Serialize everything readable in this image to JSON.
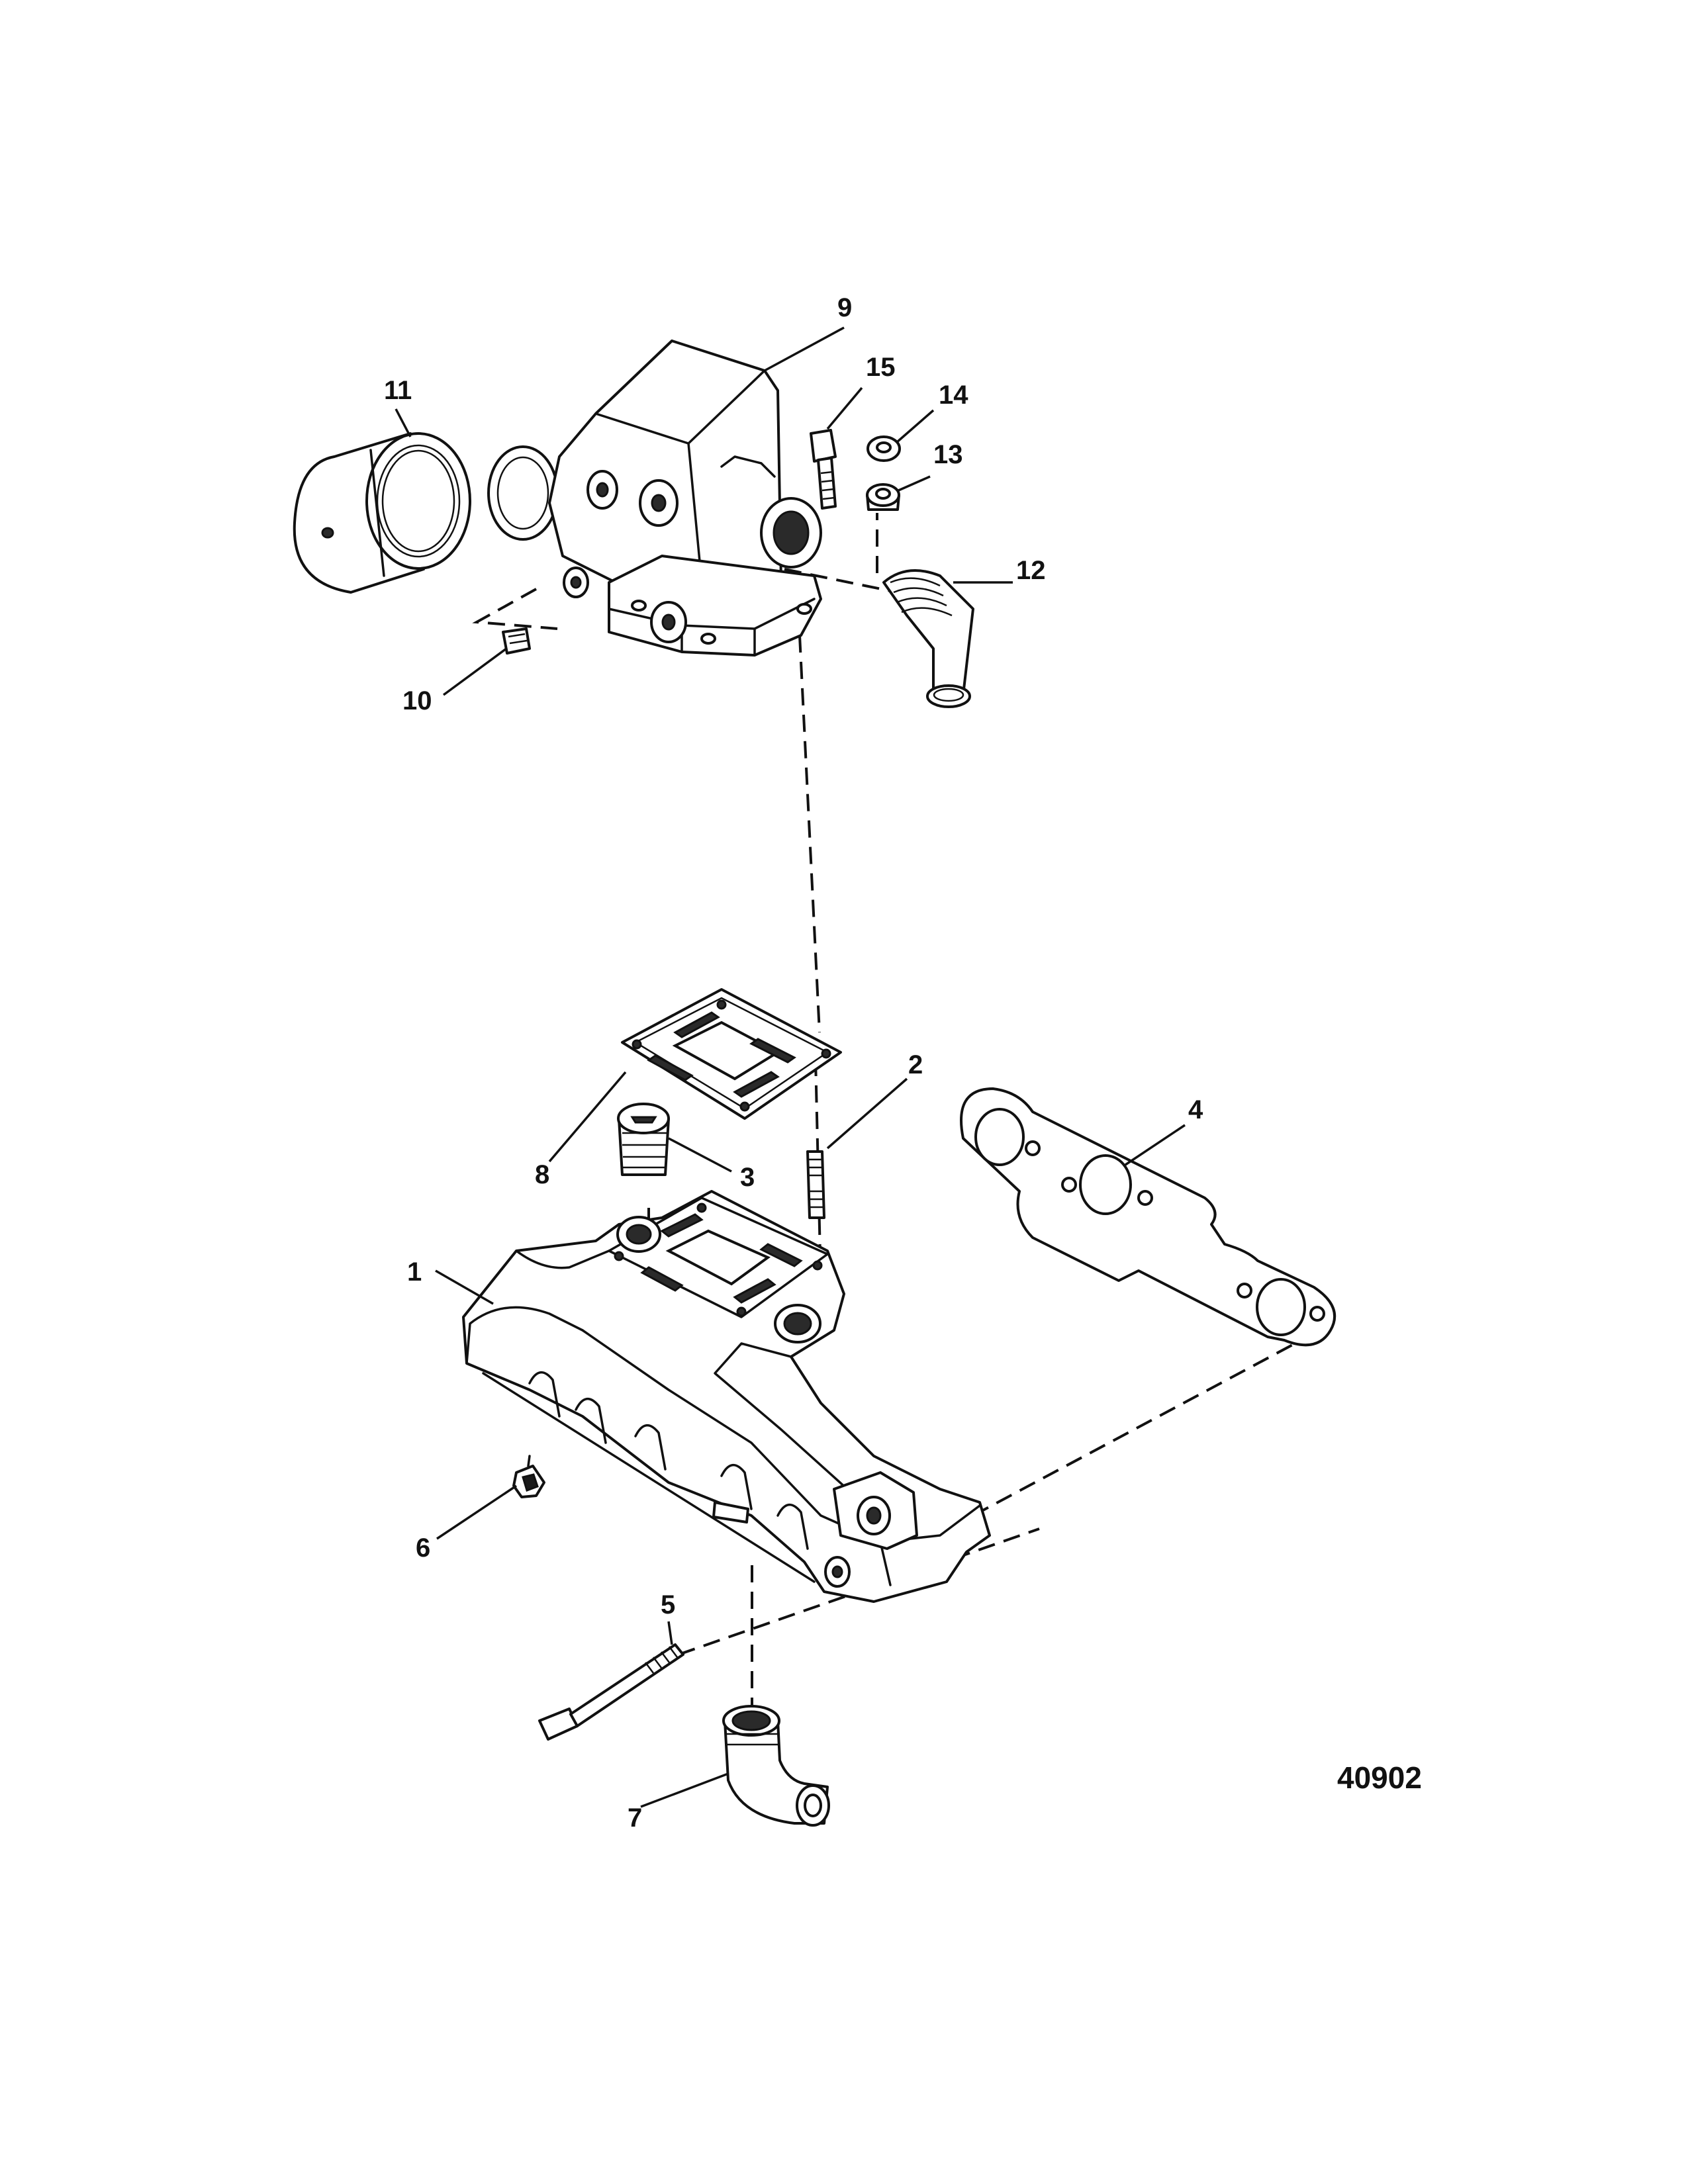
{
  "figure": {
    "id": "40902",
    "callouts": [
      "1",
      "2",
      "3",
      "4",
      "5",
      "6",
      "7",
      "8",
      "9",
      "10",
      "11",
      "12",
      "13",
      "14",
      "15"
    ]
  }
}
